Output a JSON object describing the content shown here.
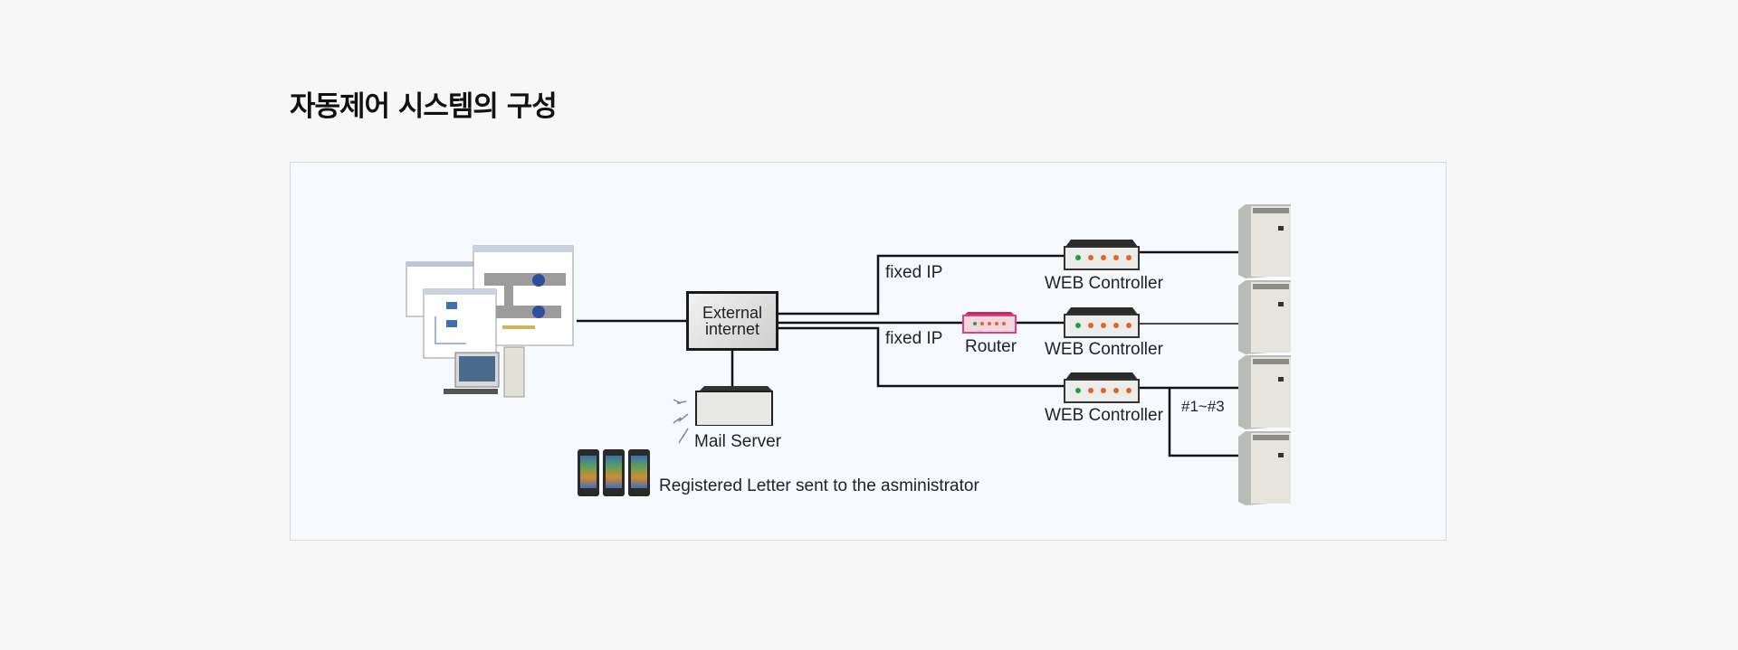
{
  "title": "자동제어 시스템의 구성",
  "diagram": {
    "nodes": {
      "internet": {
        "line1": "External",
        "line2": "internet"
      },
      "mail_server": "Mail Server",
      "router": "Router",
      "web_controllers": [
        "WEB Controller",
        "WEB Controller",
        "WEB Controller"
      ],
      "fixed_ip_labels": [
        "fixed IP",
        "fixed IP"
      ],
      "unit_range": "#1~#3",
      "phones_caption": "Registered Letter sent to the asministrator"
    },
    "colors": {
      "line": "#111111",
      "router": "#e0407a",
      "led_green": "#1f9e4a",
      "led_orange": "#e0662a"
    }
  }
}
